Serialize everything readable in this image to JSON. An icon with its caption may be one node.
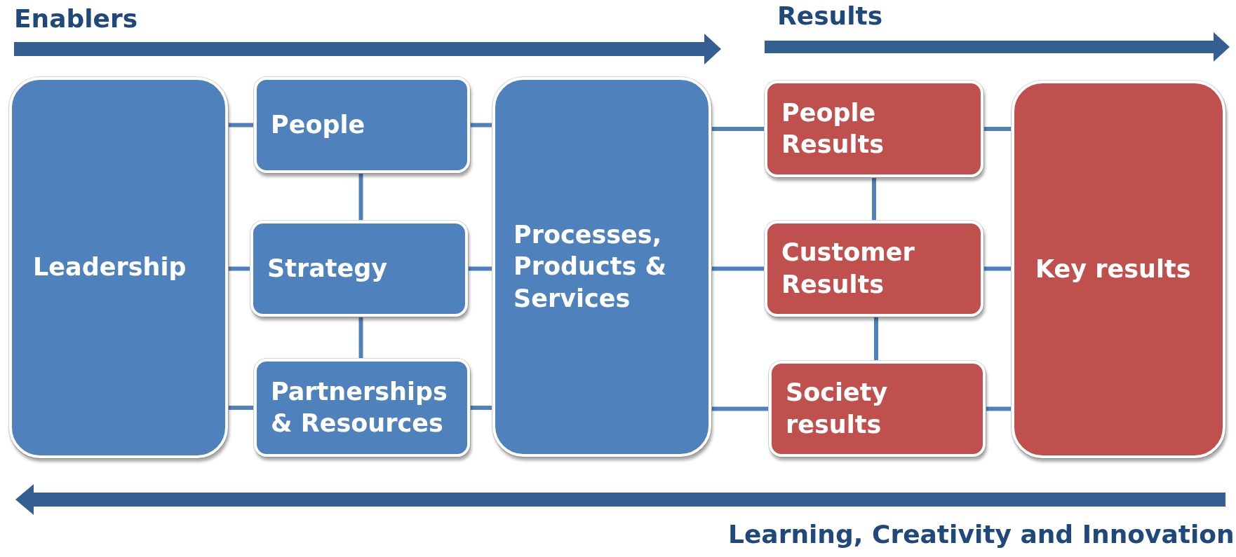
{
  "diagram": {
    "nodes": [
      {
        "text": [
          "Leadership"
        ]
      },
      {
        "text": [
          "People"
        ]
      },
      {
        "text": [
          "Strategy"
        ]
      },
      {
        "text": [
          "Partnerships & Resources"
        ]
      },
      {
        "text": [
          "Processes, Products & Services"
        ]
      },
      {
        "text": [
          "People Results"
        ]
      },
      {
        "text": [
          "Customer Results"
        ]
      },
      {
        "text": [
          "Society results"
        ]
      },
      {
        "text": [
          "Key results"
        ]
      }
    ],
    "edges": [
      {
        "from": 0,
        "to": 1,
        "arrow": "none"
      },
      {
        "from": 0,
        "to": 2,
        "arrow": "none"
      },
      {
        "from": 0,
        "to": 3,
        "arrow": "none"
      },
      {
        "from": 1,
        "to": 2,
        "arrow": "none"
      },
      {
        "from": 2,
        "to": 3,
        "arrow": "none"
      },
      {
        "from": 1,
        "to": 4,
        "arrow": "none"
      },
      {
        "from": 2,
        "to": 4,
        "arrow": "none"
      },
      {
        "from": 3,
        "to": 4,
        "arrow": "none"
      },
      {
        "from": 4,
        "to": 5,
        "arrow": "none"
      },
      {
        "from": 4,
        "to": 6,
        "arrow": "none"
      },
      {
        "from": 4,
        "to": 7,
        "arrow": "none"
      },
      {
        "from": 5,
        "to": 6,
        "arrow": "none"
      },
      {
        "from": 6,
        "to": 7,
        "arrow": "none"
      },
      {
        "from": 5,
        "to": 8,
        "arrow": "none"
      },
      {
        "from": 6,
        "to": 8,
        "arrow": "none"
      },
      {
        "from": 7,
        "to": 8,
        "arrow": "none"
      }
    ],
    "labels": [
      "Enablers",
      "Results",
      "Learning, Creativity and Innovation"
    ]
  }
}
